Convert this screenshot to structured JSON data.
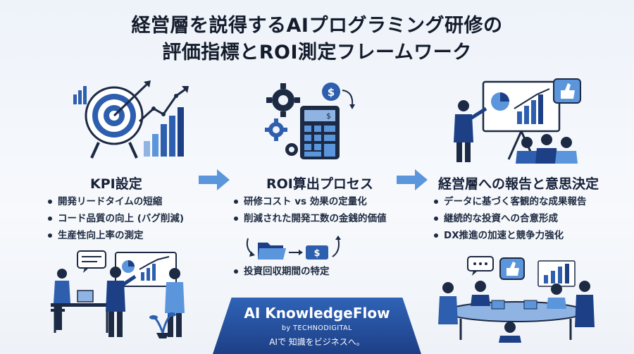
{
  "title": {
    "line1": "経営層を説得するAIプログラミング研修の",
    "line2": "評価指標とROI測定フレームワーク"
  },
  "columns": [
    {
      "heading": "KPI設定",
      "items": [
        "開発リードタイムの短縮",
        "コード品質の向上 (バグ削減)",
        "生産性向上率の測定"
      ]
    },
    {
      "heading": "ROI算出プロセス",
      "items": [
        "研修コスト vs 効果の定量化",
        "削減された開発工数の金銭的価値",
        "投資回収期間の特定"
      ]
    },
    {
      "heading": "経営層への報告と意思決定",
      "items": [
        "データに基づく客観的な成果報告",
        "継続的な投資への合意形成",
        "DX推進の加速と競争力強化"
      ]
    }
  ],
  "currency_symbol": "$",
  "brand": {
    "name": "AI KnowledgeFlow",
    "by": "by TECHNODIGITAL",
    "tagline": "AIで 知識をビジネスへ。"
  },
  "colors": {
    "primary": "#2e5fae",
    "dark": "#1d2a44",
    "accent_light": "#8fb3e3",
    "arrow": "#5b95dc"
  }
}
